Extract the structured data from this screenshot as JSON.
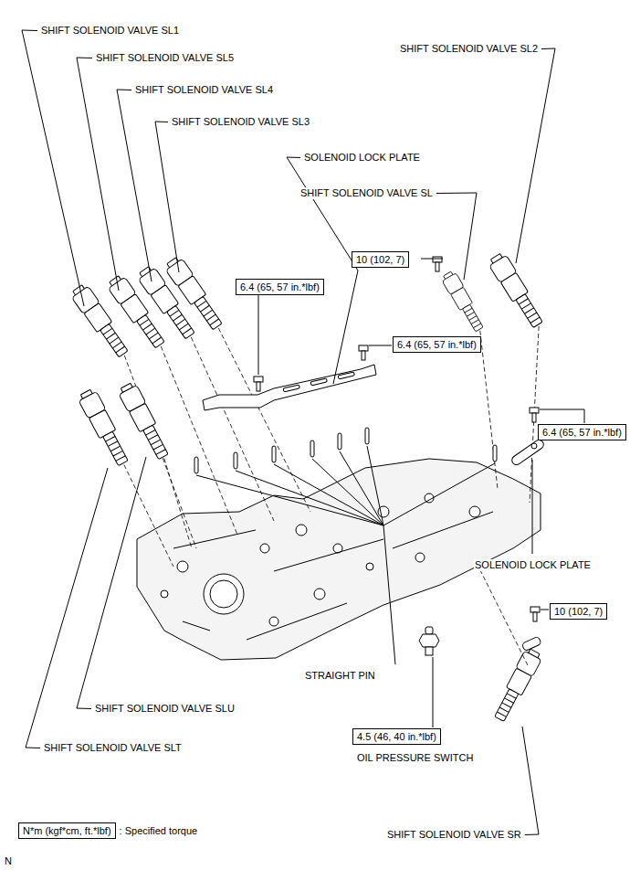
{
  "diagram": {
    "nodes": [
      {
        "text": [
          "10 (102, 7)"
        ]
      },
      {
        "text": [
          "6.4 (65, 57 in.*lbf)"
        ]
      },
      {
        "text": [
          "6.4 (65, 57 in.*lbf)"
        ]
      },
      {
        "text": [
          "6.4 (65, 57 in.*lbf)"
        ]
      },
      {
        "text": [
          "10 (102, 7)"
        ]
      },
      {
        "text": [
          "4.5 (46, 40 in.*lbf)"
        ]
      },
      {
        "text": [
          "N*m (kgf*cm, ft.*lbf)"
        ]
      }
    ],
    "labels": [
      "SHIFT SOLENOID VALVE SL1",
      "SHIFT SOLENOID VALVE SL5",
      "SHIFT SOLENOID VALVE SL4",
      "SHIFT SOLENOID VALVE SL3",
      "SOLENOID LOCK PLATE",
      "SHIFT SOLENOID VALVE SL2",
      "SHIFT SOLENOID VALVE SL",
      "SOLENOID LOCK PLATE",
      "STRAIGHT PIN",
      "SHIFT SOLENOID VALVE SLU",
      "SHIFT SOLENOID VALVE SLT",
      "OIL PRESSURE SWITCH",
      "SHIFT SOLENOID VALVE SR",
      ": Specified torque",
      "N"
    ]
  }
}
